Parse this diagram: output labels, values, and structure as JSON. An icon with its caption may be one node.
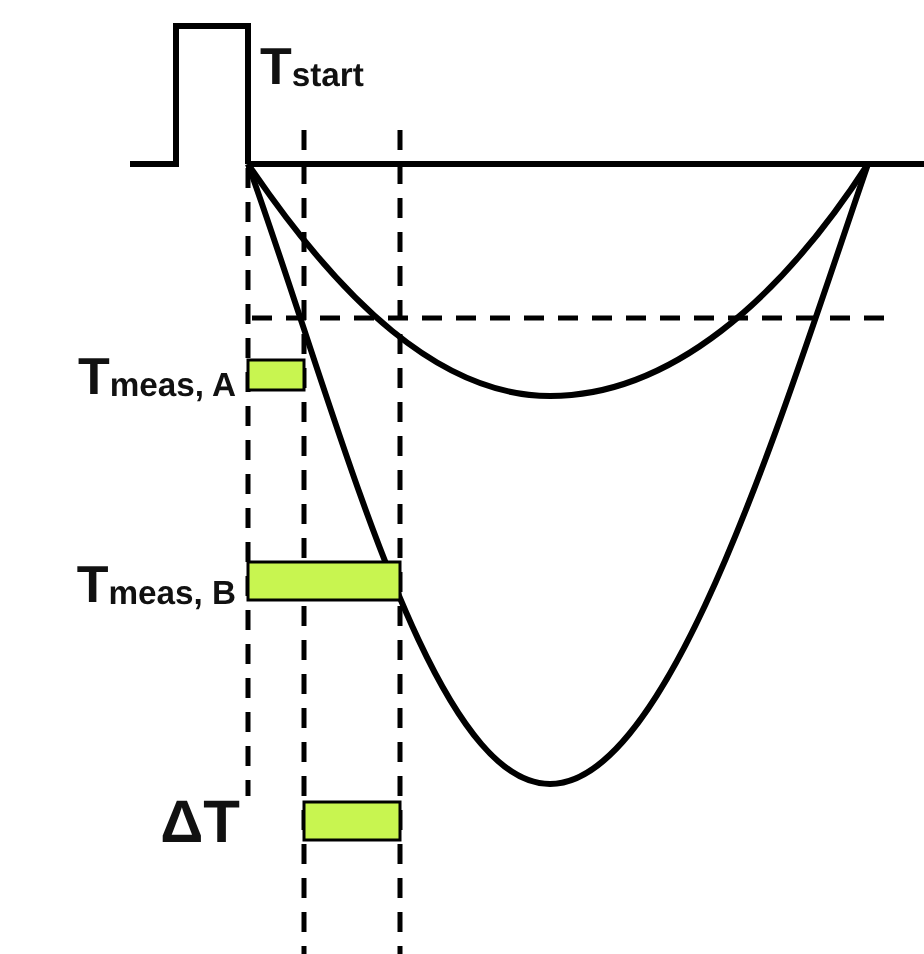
{
  "diagram": {
    "labels": [
      "T$_{start}$",
      "T$_{meas, A}$",
      "T$_{meas, B}$",
      "ΔT"
    ]
  }
}
